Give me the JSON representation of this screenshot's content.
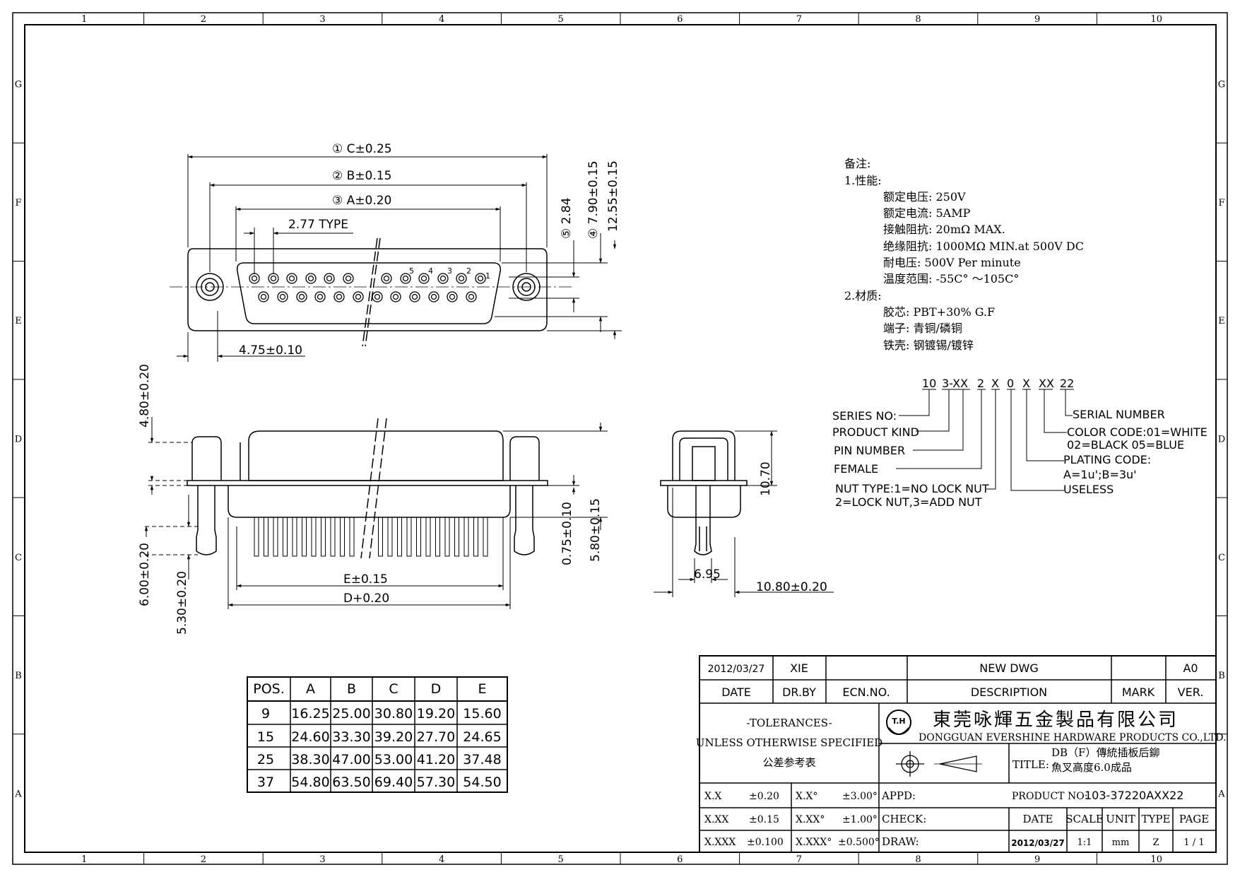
{
  "frame": {
    "columns": [
      "1",
      "2",
      "3",
      "4",
      "5",
      "6",
      "7",
      "8",
      "9",
      "10"
    ],
    "rows": [
      "G",
      "F",
      "E",
      "D",
      "C",
      "B",
      "A"
    ]
  },
  "top_view": {
    "dim_c": "① C±0.25",
    "dim_b": "② B±0.15",
    "dim_a": "③ A±0.20",
    "pitch": "2.77 TYPE",
    "d284": "⑤ 2.84",
    "d790": "④ 7.90±0.15",
    "d1255": "12.55±0.15",
    "d475": "4.75±0.10",
    "pin_numbers": [
      "5",
      "4",
      "3",
      "2",
      "1"
    ]
  },
  "side_view": {
    "d480": "4.80±0.20",
    "d600": "6.00±0.20",
    "d530": "5.30±0.20",
    "d075": "0.75±0.10",
    "d580": "5.80±0.15",
    "dim_e": "E±0.15",
    "dim_d": "D+0.20"
  },
  "end_view": {
    "d1070": "10.70",
    "d695": "6.95",
    "d1080": "10.80±0.20"
  },
  "notes": {
    "title": "备注:",
    "sec1": "1.性能:",
    "lines1": [
      "额定电压: 250V",
      "额定电流: 5AMP",
      "接触阻抗: 20mΩ MAX.",
      "绝缘阻抗: 1000MΩ MIN.at 500V DC",
      "耐电压: 500V Per minute",
      "温度范围: -55C° ～105C°"
    ],
    "sec2": "2.材质:",
    "lines2": [
      "胶芯: PBT+30% G.F",
      "端子: 青铜/磷铜",
      "铁壳: 钢镀锡/镀锌"
    ]
  },
  "part_code": {
    "segments": [
      "10",
      "3-XX",
      "2",
      "X",
      "0",
      "X",
      "XX",
      "22"
    ],
    "left_labels": [
      "SERIES NO:",
      "PRODUCT KIND",
      "PIN NUMBER",
      "FEMALE",
      "NUT TYPE:1=NO LOCK NUT",
      "2=LOCK NUT,3=ADD NUT"
    ],
    "right_labels": [
      "SERIAL NUMBER",
      "COLOR CODE:01=WHITE",
      "02=BLACK 05=BLUE",
      "PLATING CODE:",
      "A=1u';B=3u'",
      "USELESS"
    ]
  },
  "dim_table": {
    "headers": [
      "POS.",
      "A",
      "B",
      "C",
      "D",
      "E"
    ],
    "rows": [
      [
        "9",
        "16.25",
        "25.00",
        "30.80",
        "19.20",
        "15.60"
      ],
      [
        "15",
        "24.60",
        "33.30",
        "39.20",
        "27.70",
        "24.65"
      ],
      [
        "25",
        "38.30",
        "47.00",
        "53.00",
        "41.20",
        "37.48"
      ],
      [
        "37",
        "54.80",
        "63.50",
        "69.40",
        "57.30",
        "54.50"
      ]
    ]
  },
  "title_block": {
    "rev_date": "2012/03/27",
    "rev_by": "XIE",
    "rev_desc": "NEW DWG",
    "rev_ver": "A0",
    "h_date": "DATE",
    "h_drby": "DR.BY",
    "h_ecn": "ECN.NO.",
    "h_desc": "DESCRIPTION",
    "h_mark": "MARK",
    "h_ver": "VER.",
    "tol_title": "-TOLERANCES-",
    "tol_sub": "UNLESS OTHERWISE SPECIFIED",
    "tol_cn": "公差参考表",
    "company_cn": "東莞咏輝五金製品有限公司",
    "company_en": "DONGGUAN EVERSHINE HARDWARE PRODUCTS CO.,LTD.",
    "logo_text": "T.H",
    "title_label": "TITLE:",
    "title_line1": "DB（F）傳統插板后鉚",
    "title_line2": "魚叉高度6.0成品",
    "tol_rows": [
      [
        "X.X",
        "±0.20",
        "X.X°",
        "±3.00°"
      ],
      [
        "X.XX",
        "±0.15",
        "X.XX°",
        "±1.00°"
      ],
      [
        "X.XXX",
        "±0.100",
        "X.XXX°",
        "±0.500°"
      ]
    ],
    "appd": "APPD:",
    "check": "CHECK:",
    "draw": "DRAW:",
    "product_no_label": "PRODUCT NO:",
    "product_no": "103-37220AXX22",
    "f_date": "DATE",
    "f_scale": "SCALE",
    "f_unit": "UNIT",
    "f_type": "TYPE",
    "f_page": "PAGE",
    "v_date": "2012/03/27",
    "v_scale": "1:1",
    "v_unit": "mm",
    "v_type": "Z",
    "v_page": "1 / 1"
  }
}
